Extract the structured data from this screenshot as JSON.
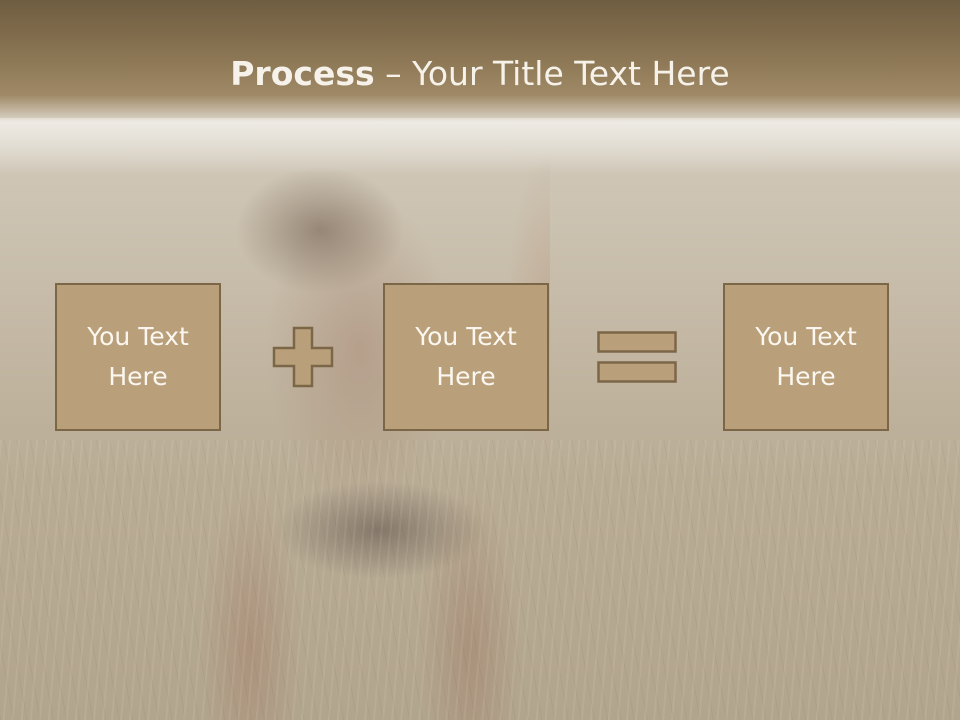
{
  "title": {
    "bold": "Process",
    "rest": " – Your Title Text Here"
  },
  "boxes": [
    {
      "line1": "You Text",
      "line2": "Here"
    },
    {
      "line1": "You Text",
      "line2": "Here"
    },
    {
      "line1": "You Text",
      "line2": "Here"
    }
  ],
  "icons": {
    "operator_1": "plus-icon",
    "operator_2": "equals-icon"
  },
  "colors": {
    "box_fill": "#b9a07a",
    "box_border": "#7c6648",
    "title_bar": "#85704f",
    "title_text": "#f6f2ea"
  }
}
